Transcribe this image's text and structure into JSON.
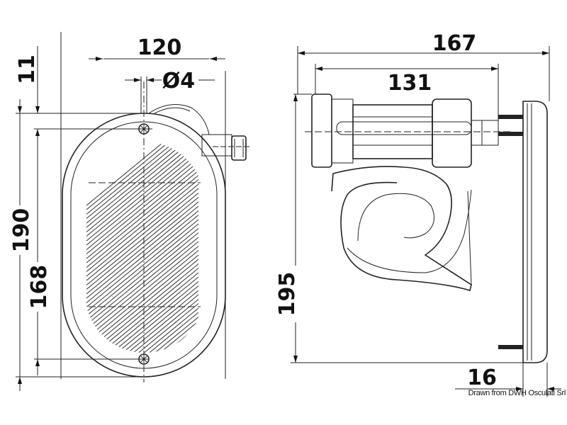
{
  "front_view": {
    "width_dimension": "120",
    "hole_dimension": "Ø4",
    "offset_dimension": "11",
    "height_dimension": "190",
    "screw_spacing_dimension": "168"
  },
  "side_view": {
    "total_depth_dimension": "167",
    "body_depth_dimension": "131",
    "height_dimension": "195",
    "plate_dimension": "16"
  },
  "credit": "Drawn from DWH Osculati Srl"
}
